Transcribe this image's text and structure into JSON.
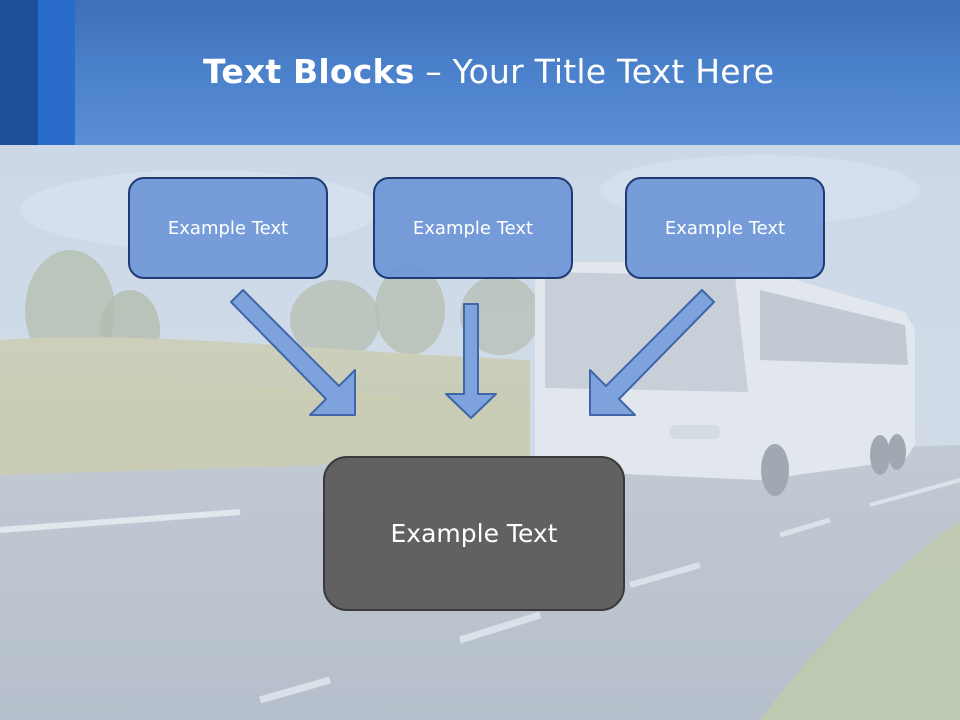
{
  "title": {
    "bold": "Text Blocks",
    "rest": " – Your Title Text Here"
  },
  "boxes": [
    {
      "label": "Example Text"
    },
    {
      "label": "Example Text"
    },
    {
      "label": "Example Text"
    }
  ],
  "center_box": {
    "label": "Example Text"
  },
  "colors": {
    "header": "#4a7fca",
    "box_fill": "#7ea2dc",
    "box_border": "#1f3b73",
    "center_fill": "#616161",
    "arrow_fill": "#7ea2dc"
  },
  "icons": {
    "background": "bus-on-road-photo"
  }
}
